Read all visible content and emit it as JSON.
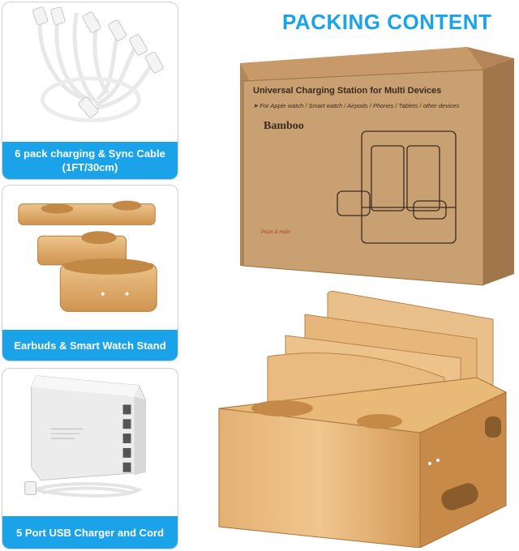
{
  "header": {
    "title": "PACKING CONTENT"
  },
  "items": [
    {
      "caption_line1": "6 pack charging & Sync Cable",
      "caption_line2": "(1FT/30cm)"
    },
    {
      "caption_line1": "Earbuds & Smart Watch Stand"
    },
    {
      "caption_line1": "5 Port USB Charger and Cord"
    }
  ],
  "box": {
    "title": "Universal Charging Station for Multi Devices",
    "subtitle": "➤ For Apple watch / Smart watch / Airpods / Phones / Tablets / other devices",
    "material": "Bamboo",
    "logo": "Pezin & Hulin"
  },
  "colors": {
    "accent": "#1aa3e8",
    "bamboo": "#d9a45f",
    "cardboard": "#b0855a"
  }
}
